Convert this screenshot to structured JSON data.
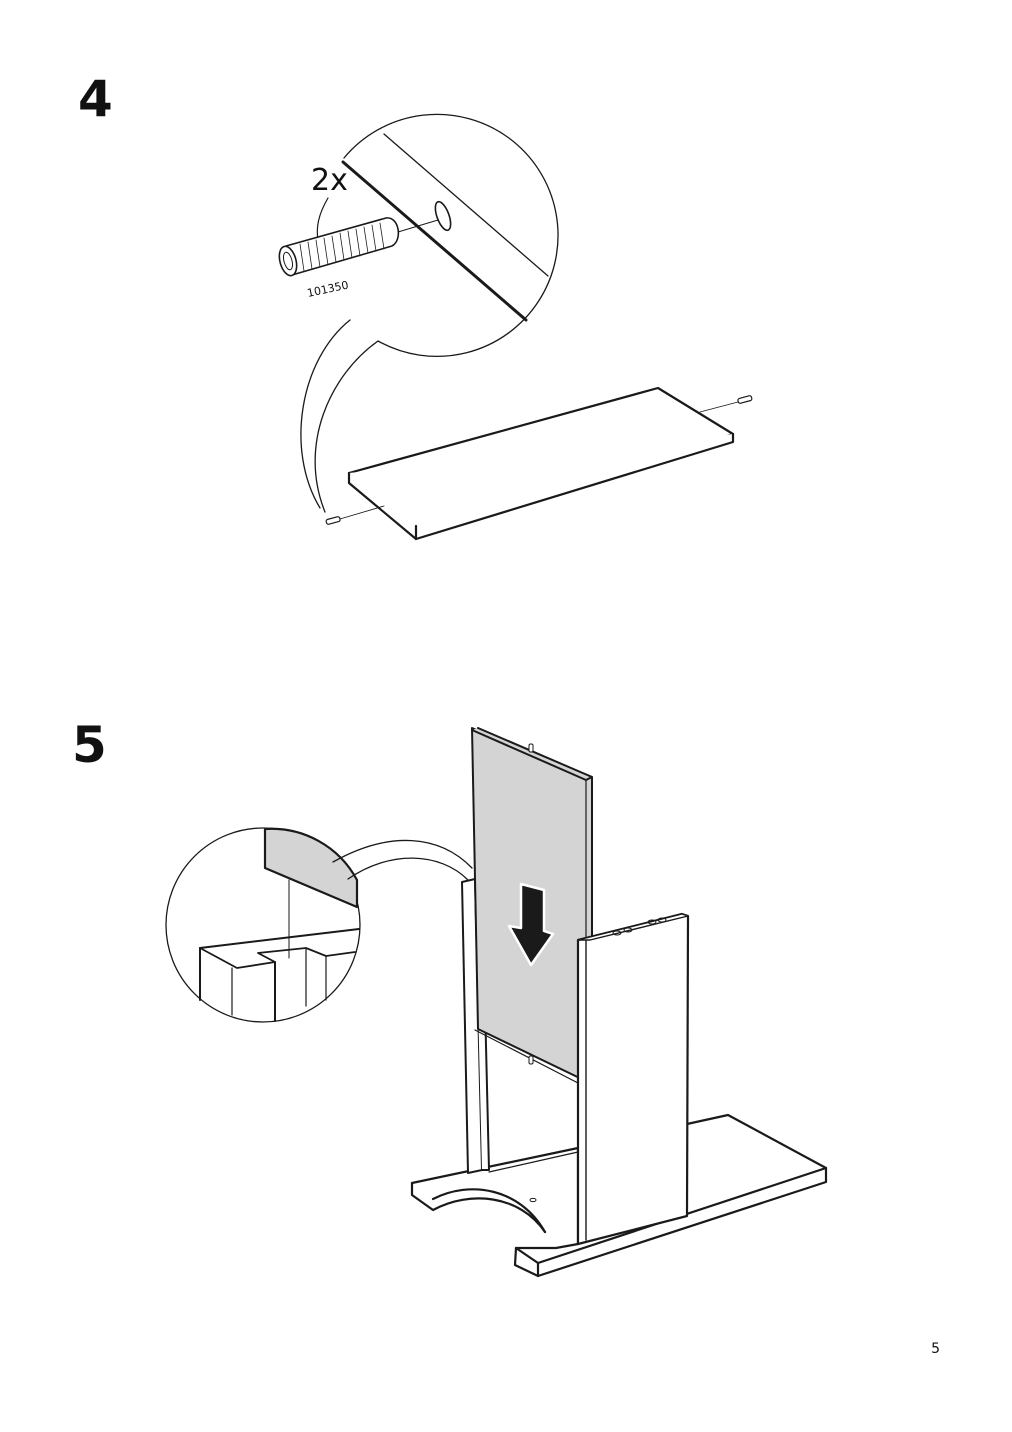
{
  "steps": [
    {
      "number": "4",
      "quantity": "2x",
      "part_number": "101350"
    },
    {
      "number": "5"
    }
  ],
  "page_number": "5",
  "colors": {
    "line": "#1a1a1a",
    "panel_fill": "#d4d4d4",
    "background": "#ffffff"
  }
}
